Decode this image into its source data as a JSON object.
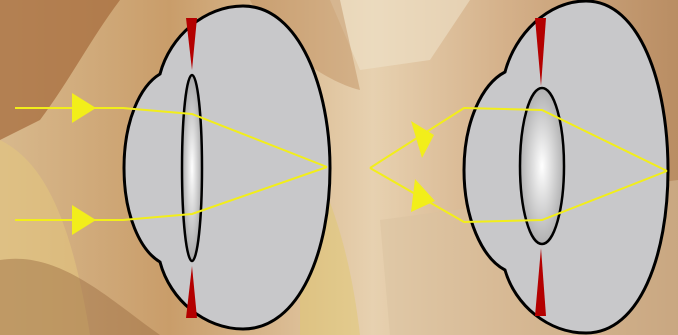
{
  "diagram": {
    "colors": {
      "background_light": "#f0ddc0",
      "background_mid": "#c9a77a",
      "background_dark": "#8a5a35",
      "background_yellow": "#e8cf70",
      "eye_fill": "#c8c8ca",
      "outline": "#000000",
      "lens_center": "#ffffff",
      "lens_edge": "#a9a9aa",
      "ciliary_muscle": "#b40000",
      "light_ray": "#f2ee1a"
    },
    "eyes": [
      {
        "name": "distant-vision-eye",
        "lens_shape": "thin",
        "ray_source": "parallel",
        "ray_count": 2
      },
      {
        "name": "near-vision-eye",
        "lens_shape": "thick",
        "ray_source": "converging-point",
        "ray_count": 2
      }
    ]
  }
}
